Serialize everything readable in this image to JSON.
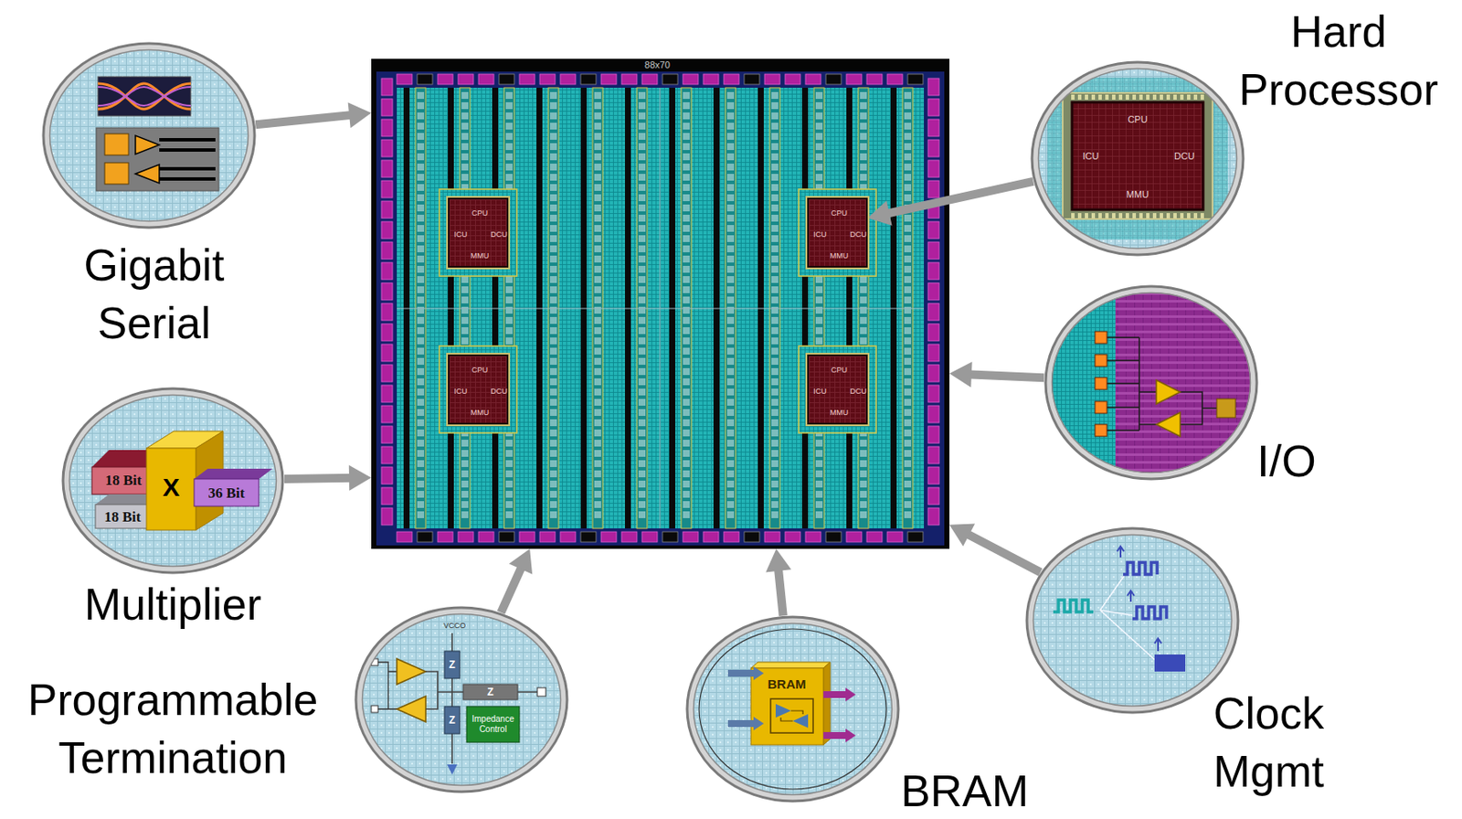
{
  "diagram": {
    "nodes": [
      {
        "text": [
          "Gigabit Serial"
        ]
      },
      {
        "text": [
          "Hard Processor",
          "CPU",
          "ICU",
          "DCU",
          "MMU"
        ]
      },
      {
        "text": [
          "88x70"
        ]
      },
      {
        "text": [
          "CPU",
          "ICU",
          "DCU",
          "MMU"
        ],
        "in": 2
      },
      {
        "text": [
          "CPU",
          "ICU",
          "DCU",
          "MMU"
        ],
        "in": 2
      },
      {
        "text": [
          "CPU",
          "ICU",
          "DCU",
          "MMU"
        ],
        "in": 2
      },
      {
        "text": [
          "CPU",
          "ICU",
          "DCU",
          "MMU"
        ],
        "in": 2
      },
      {
        "text": [
          "I/O"
        ]
      },
      {
        "text": [
          "Multiplier",
          "18 Bit",
          "36 Bit",
          "18 Bit",
          "X"
        ]
      },
      {
        "text": [
          "Programmable Termination",
          "VCCO",
          "Z",
          "Z",
          "Z",
          "Impedance Control"
        ]
      },
      {
        "text": [
          "BRAM",
          "BRAM"
        ]
      },
      {
        "text": [
          "Clock Mgmt"
        ]
      }
    ],
    "edges": [
      {
        "from": 0,
        "to": 2,
        "arrow": "to"
      },
      {
        "from": 1,
        "to": 4,
        "arrow": "to"
      },
      {
        "from": 7,
        "to": 2,
        "arrow": "to"
      },
      {
        "from": 8,
        "to": 2,
        "arrow": "to"
      },
      {
        "from": 9,
        "to": 2,
        "arrow": "to"
      },
      {
        "from": 10,
        "to": 2,
        "arrow": "to"
      },
      {
        "from": 11,
        "to": 2,
        "arrow": "to"
      }
    ]
  }
}
